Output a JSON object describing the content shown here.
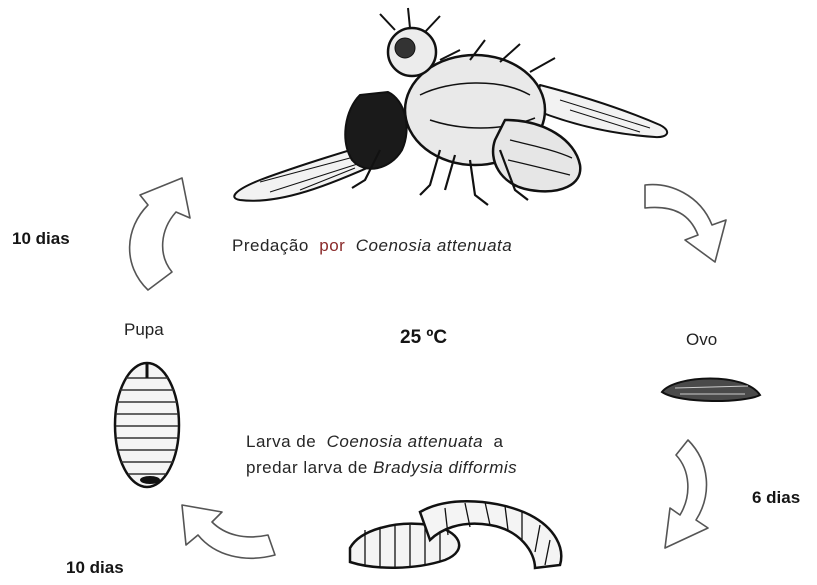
{
  "diagram": {
    "temperature": "25 ºC",
    "stages": {
      "adult_caption": {
        "prefix": "Predação",
        "middle": "por",
        "species": "Coenosia attenuata"
      },
      "egg_label": "Ovo",
      "pupa_label": "Pupa",
      "larva_caption": {
        "line1_prefix": "Larva de",
        "line1_species": "Coenosia attenuata",
        "line1_suffix": "a",
        "line2_prefix": "predar larva de",
        "line2_species": "Bradysia difformis"
      }
    },
    "durations": {
      "pupa_to_adult": "10 dias",
      "egg_to_larva": "6 dias",
      "larva_to_pupa": "10 dias"
    }
  }
}
